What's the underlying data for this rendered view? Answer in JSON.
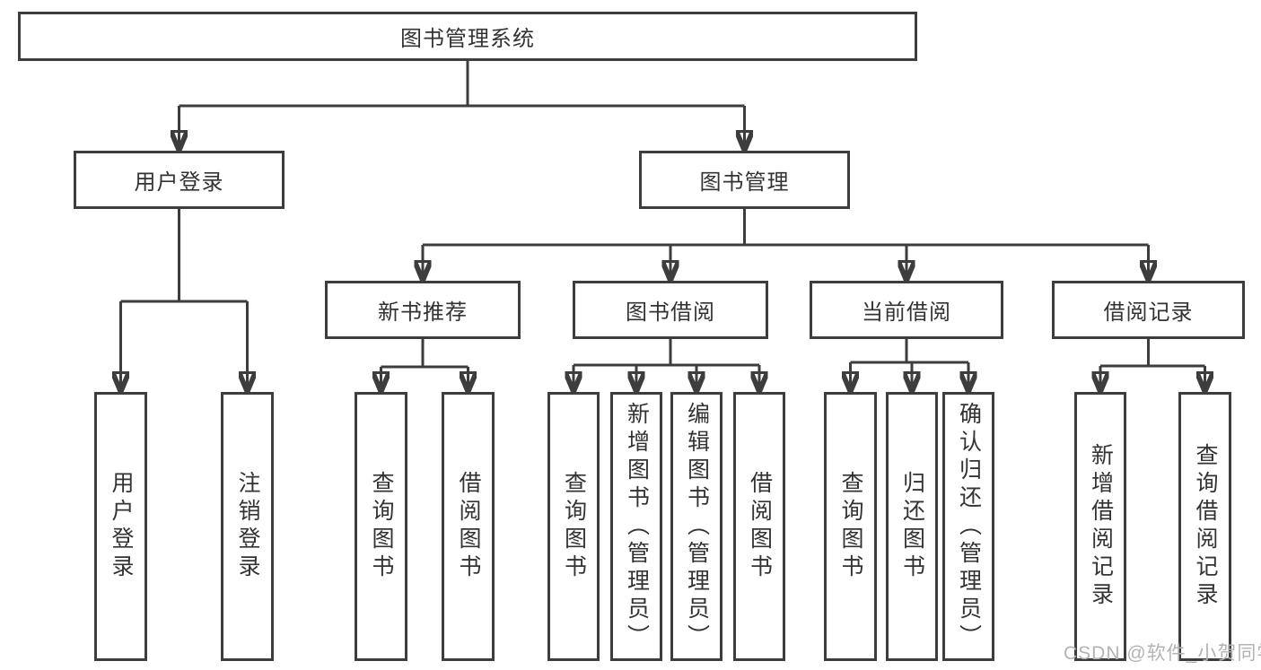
{
  "diagram": {
    "root": {
      "label": "图书管理系统"
    },
    "level2": {
      "user_login": {
        "label": "用户登录"
      },
      "book_mgmt": {
        "label": "图书管理"
      }
    },
    "level3": {
      "new_book": {
        "label": "新书推荐"
      },
      "book_borrow": {
        "label": "图书借阅"
      },
      "current_borrow": {
        "label": "当前借阅"
      },
      "borrow_records": {
        "label": "借阅记录"
      }
    },
    "leaves": {
      "user_login": [
        "用户登录",
        "注销登录"
      ],
      "new_book": [
        "查询图书",
        "借阅图书"
      ],
      "book_borrow": [
        "查询图书",
        "新增图书（管理员）",
        "编辑图书（管理员）",
        "借阅图书"
      ],
      "current_borrow": [
        "查询图书",
        "归还图书",
        "确认归还（管理员）"
      ],
      "borrow_records": [
        "新增借阅记录",
        "查询借阅记录"
      ]
    }
  },
  "watermark": {
    "text": "CSDN @软件_小贺同学"
  },
  "colors": {
    "line": "#3d3d3d",
    "text": "#333333",
    "background": "#ffffff",
    "watermark": "#b3b3b3"
  }
}
